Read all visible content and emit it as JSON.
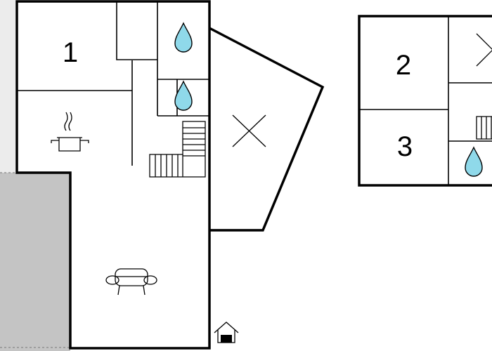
{
  "floor_plan": {
    "room_numbers": [
      "1",
      "2",
      "3"
    ],
    "icons": {
      "bathroom": "water-drop-icon",
      "kitchen": "cooking-pot-icon",
      "living_room": "sofa-icon",
      "terrace": "cross-mark-icon",
      "stairs": "staircase-icon",
      "entrance": "house-entrance-icon"
    },
    "colors": {
      "outdoor_area": "#c4c4c4",
      "outdoor_light": "#ececec",
      "water": "#8fd9ea",
      "walls": "#000000"
    }
  }
}
